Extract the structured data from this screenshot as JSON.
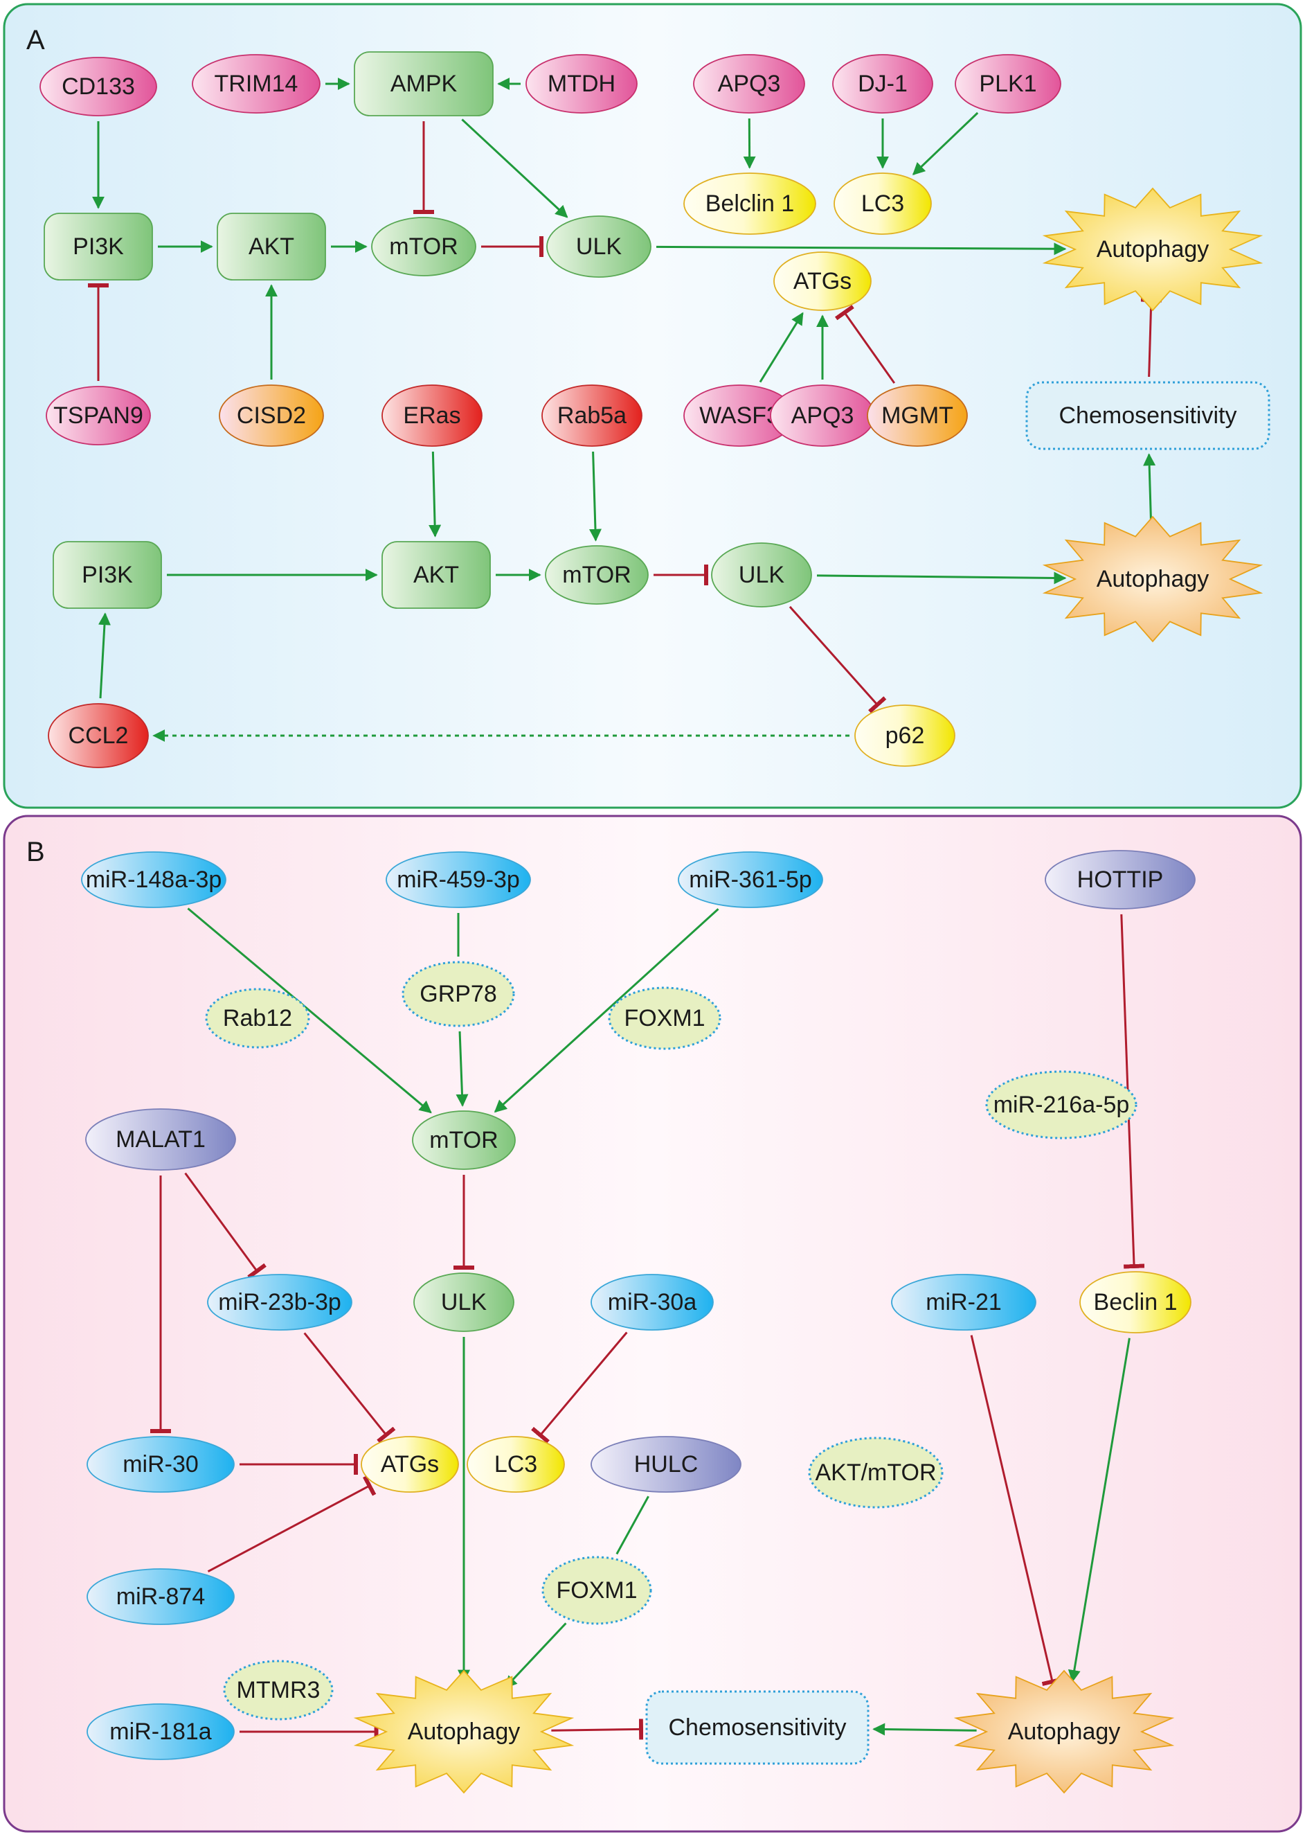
{
  "panel_a": {
    "label": "A",
    "nodes": [
      {
        "id": "cd133",
        "label": "CD133",
        "style": "pink"
      },
      {
        "id": "trim14",
        "label": "TRIM14",
        "style": "pink"
      },
      {
        "id": "ampk",
        "label": "AMPK",
        "style": "green"
      },
      {
        "id": "mtdh",
        "label": "MTDH",
        "style": "pink"
      },
      {
        "id": "apq3_top",
        "label": "APQ3",
        "style": "pink"
      },
      {
        "id": "dj1",
        "label": "DJ-1",
        "style": "pink"
      },
      {
        "id": "plk1",
        "label": "PLK1",
        "style": "pink"
      },
      {
        "id": "pi3k_1",
        "label": "PI3K",
        "style": "green"
      },
      {
        "id": "akt_1",
        "label": "AKT",
        "style": "green"
      },
      {
        "id": "mtor_1",
        "label": "mTOR",
        "style": "green"
      },
      {
        "id": "ulk_1",
        "label": "ULK",
        "style": "green"
      },
      {
        "id": "belclin1",
        "label": "Belclin 1",
        "style": "yellow"
      },
      {
        "id": "lc3_a",
        "label": "LC3",
        "style": "yellow"
      },
      {
        "id": "autophagy_a1",
        "label": "Autophagy",
        "style": "star-yellow"
      },
      {
        "id": "atgs_a",
        "label": "ATGs",
        "style": "yellow"
      },
      {
        "id": "tspan9",
        "label": "TSPAN9",
        "style": "pink"
      },
      {
        "id": "cisd2",
        "label": "CISD2",
        "style": "orange"
      },
      {
        "id": "eras",
        "label": "ERas",
        "style": "red"
      },
      {
        "id": "rab5a",
        "label": "Rab5a",
        "style": "red"
      },
      {
        "id": "wasf3",
        "label": "WASF3",
        "style": "pink"
      },
      {
        "id": "apq3_mid",
        "label": "APQ3",
        "style": "pink"
      },
      {
        "id": "mgmt",
        "label": "MGMT",
        "style": "orange"
      },
      {
        "id": "chemo_a",
        "label": "Chemosensitivity",
        "style": "dotted-blue"
      },
      {
        "id": "pi3k_2",
        "label": "PI3K",
        "style": "green"
      },
      {
        "id": "akt_2",
        "label": "AKT",
        "style": "green"
      },
      {
        "id": "mtor_2",
        "label": "mTOR",
        "style": "green"
      },
      {
        "id": "ulk_2",
        "label": "ULK",
        "style": "green"
      },
      {
        "id": "autophagy_a2",
        "label": "Autophagy",
        "style": "star-orange"
      },
      {
        "id": "ccl2",
        "label": "CCL2",
        "style": "red"
      },
      {
        "id": "p62",
        "label": "p62",
        "style": "yellow"
      }
    ],
    "edges": [
      {
        "from": "trim14",
        "to": "ampk",
        "type": "activate"
      },
      {
        "from": "mtdh",
        "to": "ampk",
        "type": "activate"
      },
      {
        "from": "cd133",
        "to": "pi3k_1",
        "type": "activate"
      },
      {
        "from": "ampk",
        "to": "mtor_1",
        "type": "inhibit"
      },
      {
        "from": "ampk",
        "to": "ulk_1",
        "type": "activate"
      },
      {
        "from": "apq3_top",
        "to": "belclin1",
        "type": "activate"
      },
      {
        "from": "dj1",
        "to": "lc3_a",
        "type": "activate"
      },
      {
        "from": "plk1",
        "to": "lc3_a",
        "type": "activate"
      },
      {
        "from": "pi3k_1",
        "to": "akt_1",
        "type": "activate"
      },
      {
        "from": "akt_1",
        "to": "mtor_1",
        "type": "activate"
      },
      {
        "from": "mtor_1",
        "to": "ulk_1",
        "type": "inhibit"
      },
      {
        "from": "ulk_1",
        "to": "autophagy_a1",
        "type": "activate"
      },
      {
        "from": "tspan9",
        "to": "pi3k_1",
        "type": "inhibit"
      },
      {
        "from": "cisd2",
        "to": "akt_1",
        "type": "activate"
      },
      {
        "from": "wasf3",
        "to": "atgs_a",
        "type": "activate"
      },
      {
        "from": "apq3_mid",
        "to": "atgs_a",
        "type": "activate"
      },
      {
        "from": "mgmt",
        "to": "atgs_a",
        "type": "inhibit"
      },
      {
        "from": "chemo_a",
        "to": "autophagy_a1",
        "type": "inhibit"
      },
      {
        "from": "eras",
        "to": "akt_2",
        "type": "activate"
      },
      {
        "from": "rab5a",
        "to": "mtor_2",
        "type": "activate"
      },
      {
        "from": "pi3k_2",
        "to": "akt_2",
        "type": "activate"
      },
      {
        "from": "akt_2",
        "to": "mtor_2",
        "type": "activate"
      },
      {
        "from": "mtor_2",
        "to": "ulk_2",
        "type": "inhibit"
      },
      {
        "from": "ulk_2",
        "to": "autophagy_a2",
        "type": "activate"
      },
      {
        "from": "autophagy_a2",
        "to": "chemo_a",
        "type": "activate"
      },
      {
        "from": "ulk_2",
        "to": "p62",
        "type": "inhibit"
      },
      {
        "from": "p62",
        "to": "ccl2",
        "type": "activate-dashed"
      },
      {
        "from": "ccl2",
        "to": "pi3k_2",
        "type": "activate"
      }
    ]
  },
  "panel_b": {
    "label": "B",
    "nodes": [
      {
        "id": "mir148a",
        "label": "miR-148a-3p",
        "style": "blue"
      },
      {
        "id": "mir459",
        "label": "miR-459-3p",
        "style": "blue"
      },
      {
        "id": "mir361",
        "label": "miR-361-5p",
        "style": "blue"
      },
      {
        "id": "hottip",
        "label": "HOTTIP",
        "style": "purple"
      },
      {
        "id": "rab12",
        "label": "Rab12",
        "style": "dotted-green"
      },
      {
        "id": "grp78",
        "label": "GRP78",
        "style": "dotted-green"
      },
      {
        "id": "foxm1_top",
        "label": "FOXM1",
        "style": "dotted-green"
      },
      {
        "id": "mir216a",
        "label": "miR-216a-5p",
        "style": "dotted-green"
      },
      {
        "id": "malat1",
        "label": "MALAT1",
        "style": "purple"
      },
      {
        "id": "mtor_b",
        "label": "mTOR",
        "style": "green"
      },
      {
        "id": "mir23b",
        "label": "miR-23b-3p",
        "style": "blue"
      },
      {
        "id": "ulk_b",
        "label": "ULK",
        "style": "green"
      },
      {
        "id": "mir30a",
        "label": "miR-30a",
        "style": "blue"
      },
      {
        "id": "mir21",
        "label": "miR-21",
        "style": "blue"
      },
      {
        "id": "beclin1",
        "label": "Beclin 1",
        "style": "yellow"
      },
      {
        "id": "mir30",
        "label": "miR-30",
        "style": "blue"
      },
      {
        "id": "atgs_b",
        "label": "ATGs",
        "style": "yellow"
      },
      {
        "id": "lc3_b",
        "label": "LC3",
        "style": "yellow"
      },
      {
        "id": "hulc",
        "label": "HULC",
        "style": "purple"
      },
      {
        "id": "akt_mtor",
        "label": "AKT/mTOR",
        "style": "dotted-green"
      },
      {
        "id": "mir874",
        "label": "miR-874",
        "style": "blue"
      },
      {
        "id": "foxm1_bot",
        "label": "FOXM1",
        "style": "dotted-green"
      },
      {
        "id": "mtmr3",
        "label": "MTMR3",
        "style": "dotted-green"
      },
      {
        "id": "mir181a",
        "label": "miR-181a",
        "style": "blue"
      },
      {
        "id": "autophagy_b1",
        "label": "Autophagy",
        "style": "star-yellow"
      },
      {
        "id": "chemo_b",
        "label": "Chemosensitivity",
        "style": "dotted-blue"
      },
      {
        "id": "autophagy_b2",
        "label": "Autophagy",
        "style": "star-orange"
      }
    ],
    "edges": [
      {
        "from": "mir148a",
        "to": "mtor_b",
        "type": "activate"
      },
      {
        "from": "mir459",
        "to": "grp78",
        "type": "line"
      },
      {
        "from": "grp78",
        "to": "mtor_b",
        "type": "activate"
      },
      {
        "from": "mir361",
        "to": "mtor_b",
        "type": "activate"
      },
      {
        "from": "mtor_b",
        "to": "ulk_b",
        "type": "inhibit"
      },
      {
        "from": "ulk_b",
        "to": "autophagy_b1",
        "type": "activate"
      },
      {
        "from": "malat1",
        "to": "mir30",
        "type": "inhibit"
      },
      {
        "from": "malat1",
        "to": "mir23b",
        "type": "inhibit"
      },
      {
        "from": "mir23b",
        "to": "atgs_b",
        "type": "inhibit"
      },
      {
        "from": "mir30",
        "to": "atgs_b",
        "type": "inhibit"
      },
      {
        "from": "mir874",
        "to": "atgs_b",
        "type": "inhibit"
      },
      {
        "from": "mir30a",
        "to": "lc3_b",
        "type": "inhibit"
      },
      {
        "from": "hulc",
        "to": "foxm1_bot",
        "type": "line"
      },
      {
        "from": "foxm1_bot",
        "to": "autophagy_b1",
        "type": "activate"
      },
      {
        "from": "mir181a",
        "to": "autophagy_b1",
        "type": "inhibit"
      },
      {
        "from": "autophagy_b1",
        "to": "chemo_b",
        "type": "inhibit"
      },
      {
        "from": "autophagy_b2",
        "to": "chemo_b",
        "type": "activate"
      },
      {
        "from": "hottip",
        "to": "beclin1",
        "type": "inhibit"
      },
      {
        "from": "beclin1",
        "to": "autophagy_b2",
        "type": "activate"
      },
      {
        "from": "mir21",
        "to": "autophagy_b2",
        "type": "inhibit"
      }
    ]
  },
  "colors": {
    "activate": "#1f9a3b",
    "inhibit": "#b01c2e",
    "panel_a_border": "#2aa35a",
    "panel_b_border": "#7b3a8c",
    "panel_a_bg": "#e8f5fc",
    "panel_b_bg": "#fde9f0"
  }
}
